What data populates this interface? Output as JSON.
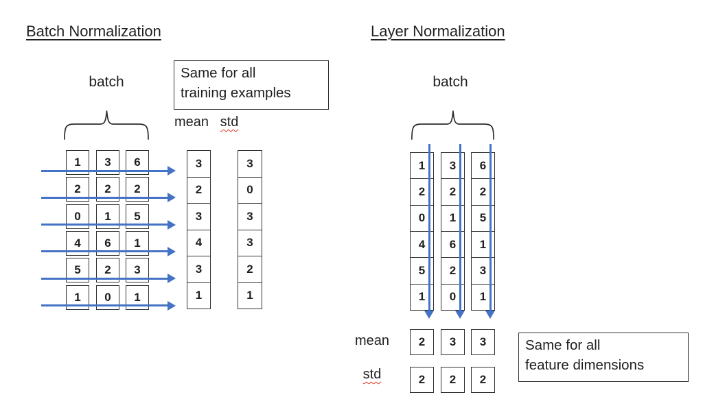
{
  "colors": {
    "arrow_blue": "#4472C4",
    "squiggle_red": "#e0321f",
    "line_dark": "#303030"
  },
  "left": {
    "title": "Batch Normalization",
    "batch_label": "batch",
    "note_box": {
      "line1": "Same for all",
      "line2": "training examples"
    },
    "mean_label": "mean",
    "std_label": "std",
    "matrix": [
      [
        1,
        3,
        6
      ],
      [
        2,
        2,
        2
      ],
      [
        0,
        1,
        5
      ],
      [
        4,
        6,
        1
      ],
      [
        5,
        2,
        3
      ],
      [
        1,
        0,
        1
      ]
    ],
    "mean": [
      3,
      2,
      3,
      4,
      3,
      1
    ],
    "std": [
      3,
      0,
      3,
      3,
      2,
      1
    ]
  },
  "right": {
    "title": "Layer Normalization",
    "batch_label": "batch",
    "note_box": {
      "line1": "Same for all",
      "line2": "feature dimensions"
    },
    "mean_label": "mean",
    "std_label": "std",
    "matrix": [
      [
        1,
        3,
        6
      ],
      [
        2,
        2,
        2
      ],
      [
        0,
        1,
        5
      ],
      [
        4,
        6,
        1
      ],
      [
        5,
        2,
        3
      ],
      [
        1,
        0,
        1
      ]
    ],
    "mean": [
      2,
      3,
      3
    ],
    "std": [
      2,
      2,
      2
    ]
  }
}
